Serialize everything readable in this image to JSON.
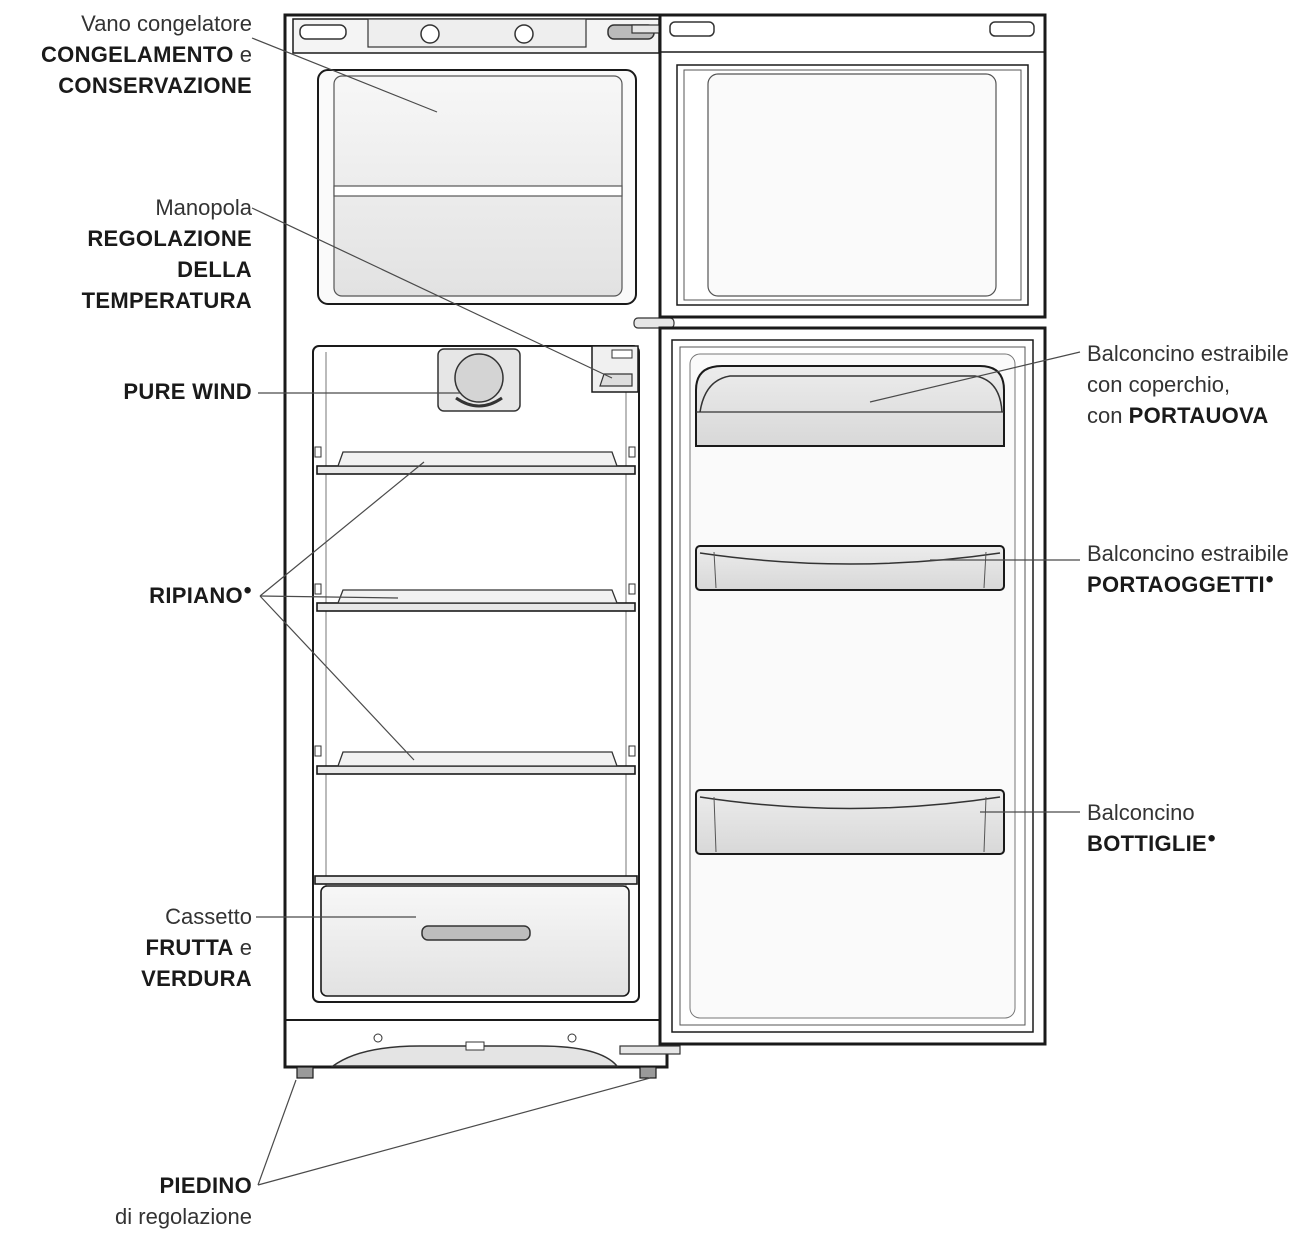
{
  "labels": {
    "freezer": {
      "line1": "Vano congelatore",
      "line2": "CONGELAMENTO",
      "line2_suffix": "e",
      "line3": "CONSERVAZIONE"
    },
    "knob": {
      "line1": "Manopola",
      "line2": "REGOLAZIONE",
      "line3": "DELLA",
      "line4": "TEMPERATURA"
    },
    "pure_wind": "PURE WIND",
    "shelf": {
      "text": "RIPIANO",
      "mark": "●"
    },
    "crisper": {
      "line1": "Cassetto",
      "line2": "FRUTTA",
      "line2_suffix": "e",
      "line3": "VERDURA"
    },
    "foot": {
      "line1": "PIEDINO",
      "line2": "di regolazione"
    },
    "egg_rack": {
      "line1": "Balconcino estraibile",
      "line2": "con coperchio,",
      "line3_prefix": "con",
      "line3": "PORTAUOVA"
    },
    "object_rack": {
      "line1": "Balconcino estraibile",
      "line2": "PORTAOGGETTI",
      "mark": "●"
    },
    "bottle_rack": {
      "line1": "Balconcino",
      "line2": "BOTTIGLIE",
      "mark": "●"
    }
  },
  "colors": {
    "outline": "#1a1a1a",
    "panel_fill": "#f2f2f2",
    "interior_fill": "#ffffff",
    "leader": "#4a4a4a"
  }
}
